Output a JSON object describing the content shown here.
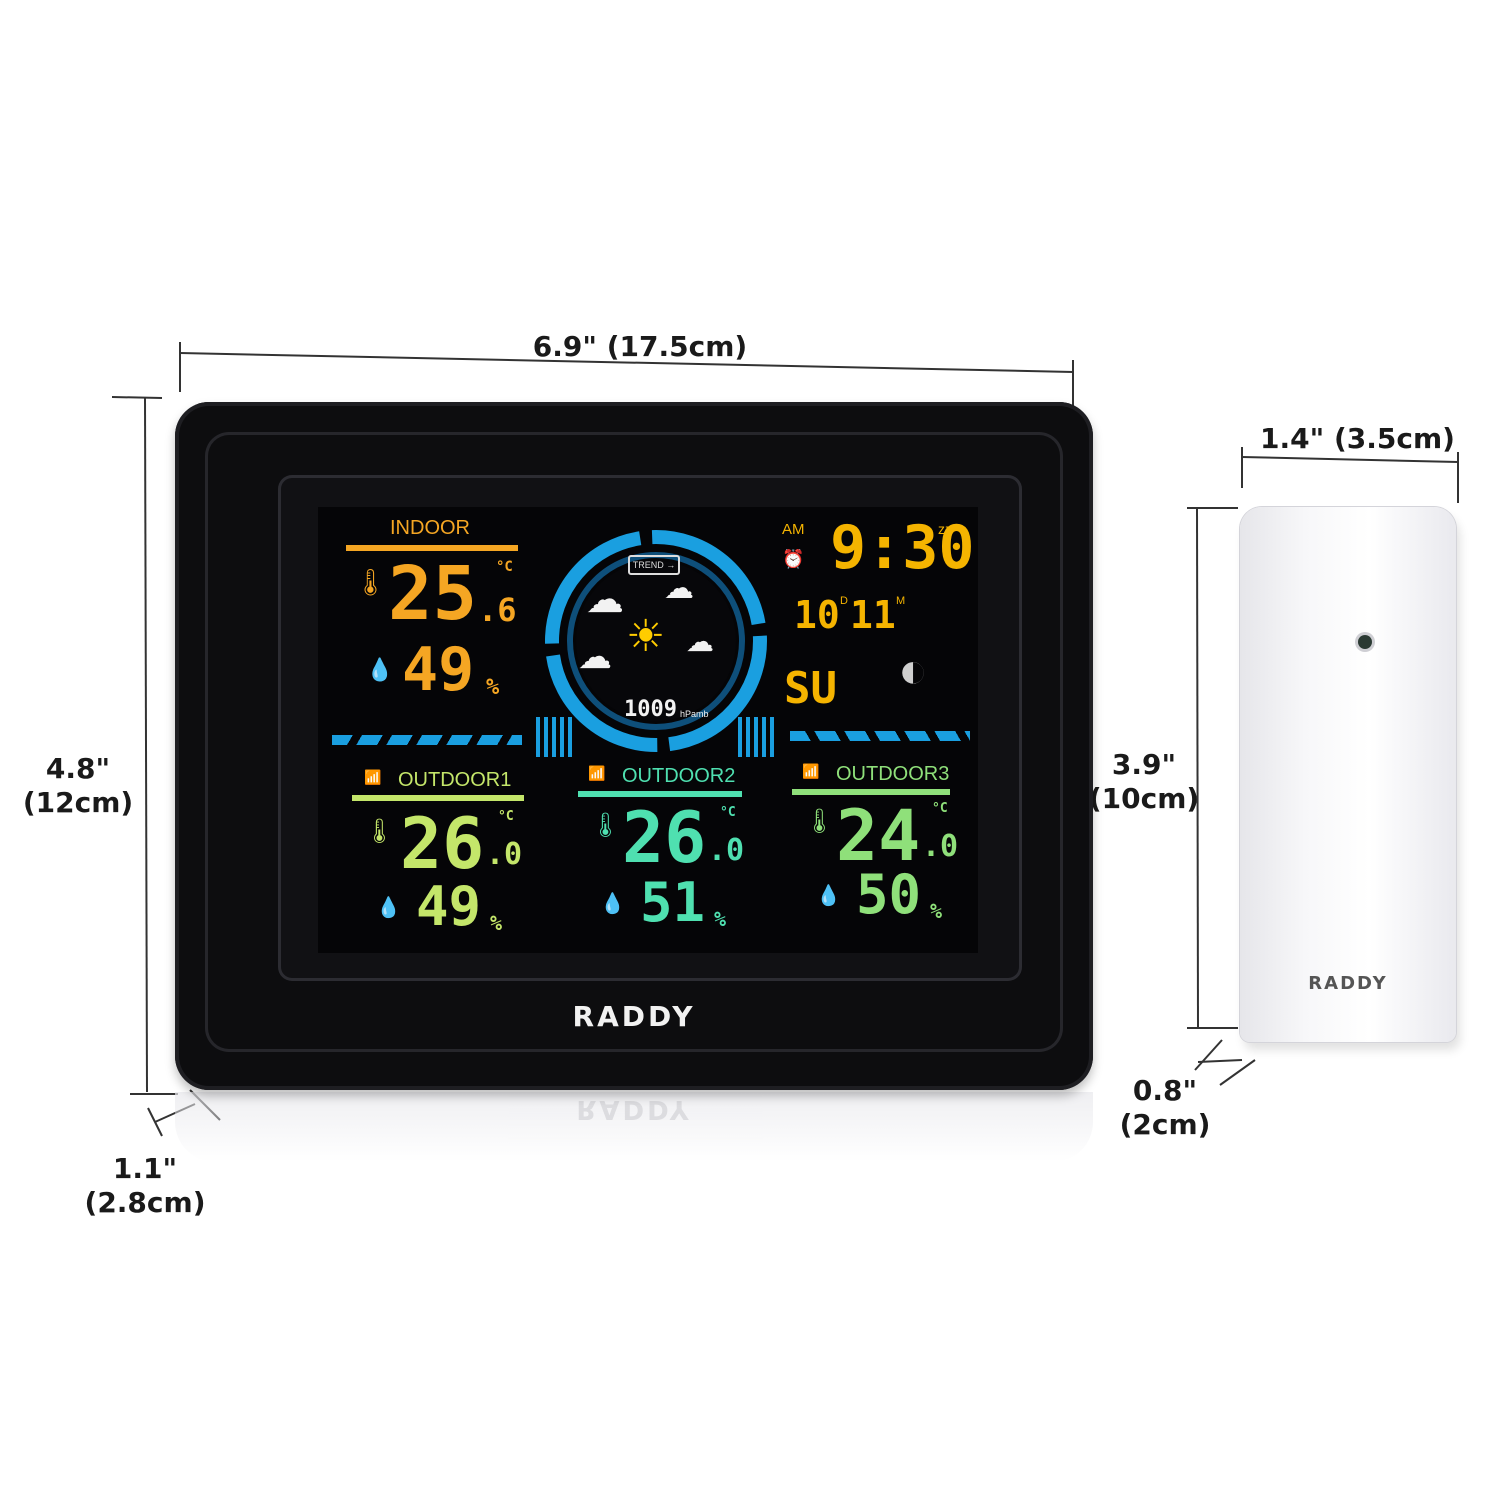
{
  "dimensions": {
    "station_width": "6.9\" (17.5cm)",
    "station_height_in": "4.8\"",
    "station_height_cm": "(12cm)",
    "station_depth_in": "1.1\"",
    "station_depth_cm": "(2.8cm)",
    "sensor_width": "1.4\" (3.5cm)",
    "sensor_height_in": "3.9\"",
    "sensor_height_cm": "(10cm)",
    "sensor_depth_in": "0.8\"",
    "sensor_depth_cm": "(2cm)"
  },
  "brand": "RADDY",
  "display": {
    "indoor": {
      "label": "INDOOR",
      "temp": "25",
      "temp_dec": ".6",
      "unit": "°C",
      "humidity": "49",
      "hum_unit": "%"
    },
    "outdoor1": {
      "label": "OUTDOOR1",
      "temp": "26",
      "temp_dec": ".0",
      "unit": "°C",
      "humidity": "49",
      "hum_unit": "%"
    },
    "outdoor2": {
      "label": "OUTDOOR2",
      "temp": "26",
      "temp_dec": ".0",
      "unit": "°C",
      "humidity": "51",
      "hum_unit": "%"
    },
    "outdoor3": {
      "label": "OUTDOOR3",
      "temp": "24",
      "temp_dec": ".0",
      "unit": "°C",
      "humidity": "50",
      "hum_unit": "%"
    },
    "forecast": {
      "trend_label": "TREND",
      "pressure": "1009",
      "pressure_unit": "hPamb"
    },
    "clock": {
      "ampm": "AM",
      "time": "9:30",
      "snooze": "zz",
      "day": "10",
      "day_suffix": "D",
      "month": "11",
      "month_suffix": "M",
      "weekday": "SU"
    }
  },
  "colors": {
    "indoor": "#f5a623",
    "outdoor1": "#c4e66a",
    "outdoor2": "#4fe0b0",
    "outdoor3": "#8fe07a",
    "accent_blue": "#1a9fe0",
    "clock": "#f5b400"
  }
}
